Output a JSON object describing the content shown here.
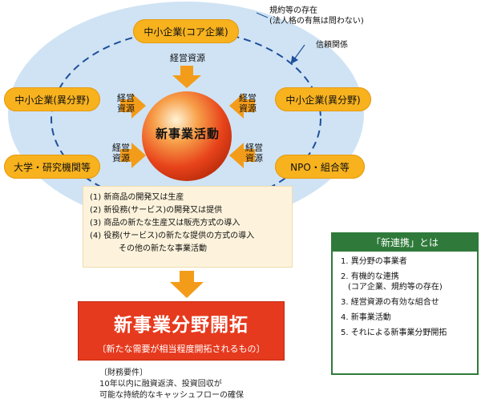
{
  "notes": {
    "rules_line1": "規約等の存在",
    "rules_line2": "(法人格の有無は問わない)",
    "trust": "信頼関係"
  },
  "participants": {
    "core": "中小企業(コア企業)",
    "left_sme": "中小企業(異分野)",
    "right_sme": "中小企業(異分野)",
    "university": "大学・研究機関等",
    "npo": "NPO・組合等"
  },
  "resource_label": "経営資源",
  "resource_label_split": [
    "経営",
    "資源"
  ],
  "center": "新事業活動",
  "activities": [
    "(1) 新商品の開発又は生産",
    "(2) 新役務(サービス)の開発又は提供",
    "(3) 商品の新たな生産又は販売方式の導入",
    "(4) 役務(サービス)の新たな提供の方式の導入",
    "その他の新たな事業活動"
  ],
  "result": {
    "title": "新事業分野開拓",
    "subtitle": "〔新たな需要が相当程度開拓されるもの〕"
  },
  "financial": {
    "heading": "〔財務要件〕",
    "line1": "10年以内に融資返済、投資回収が",
    "line2": "可能な持続的なキャッシュフローの確保"
  },
  "definition": {
    "title": "「新連携」とは",
    "items": [
      "1. 異分野の事業者",
      "2. 有機的な連携",
      "(コア企業、規約等の存在)",
      "3. 経営資源の有効な組合せ",
      "4. 新事業活動",
      "5. それによる新事業分野開拓"
    ]
  },
  "colors": {
    "ellipse_fill": "#cfe3f4",
    "dashed_line": "#1f4f9c",
    "pill": "#f7b21e",
    "arrow": "#f39c1a",
    "sphere": "#e8431b",
    "result_box": "#e63a1e",
    "definition_green": "#2f7a3a"
  }
}
